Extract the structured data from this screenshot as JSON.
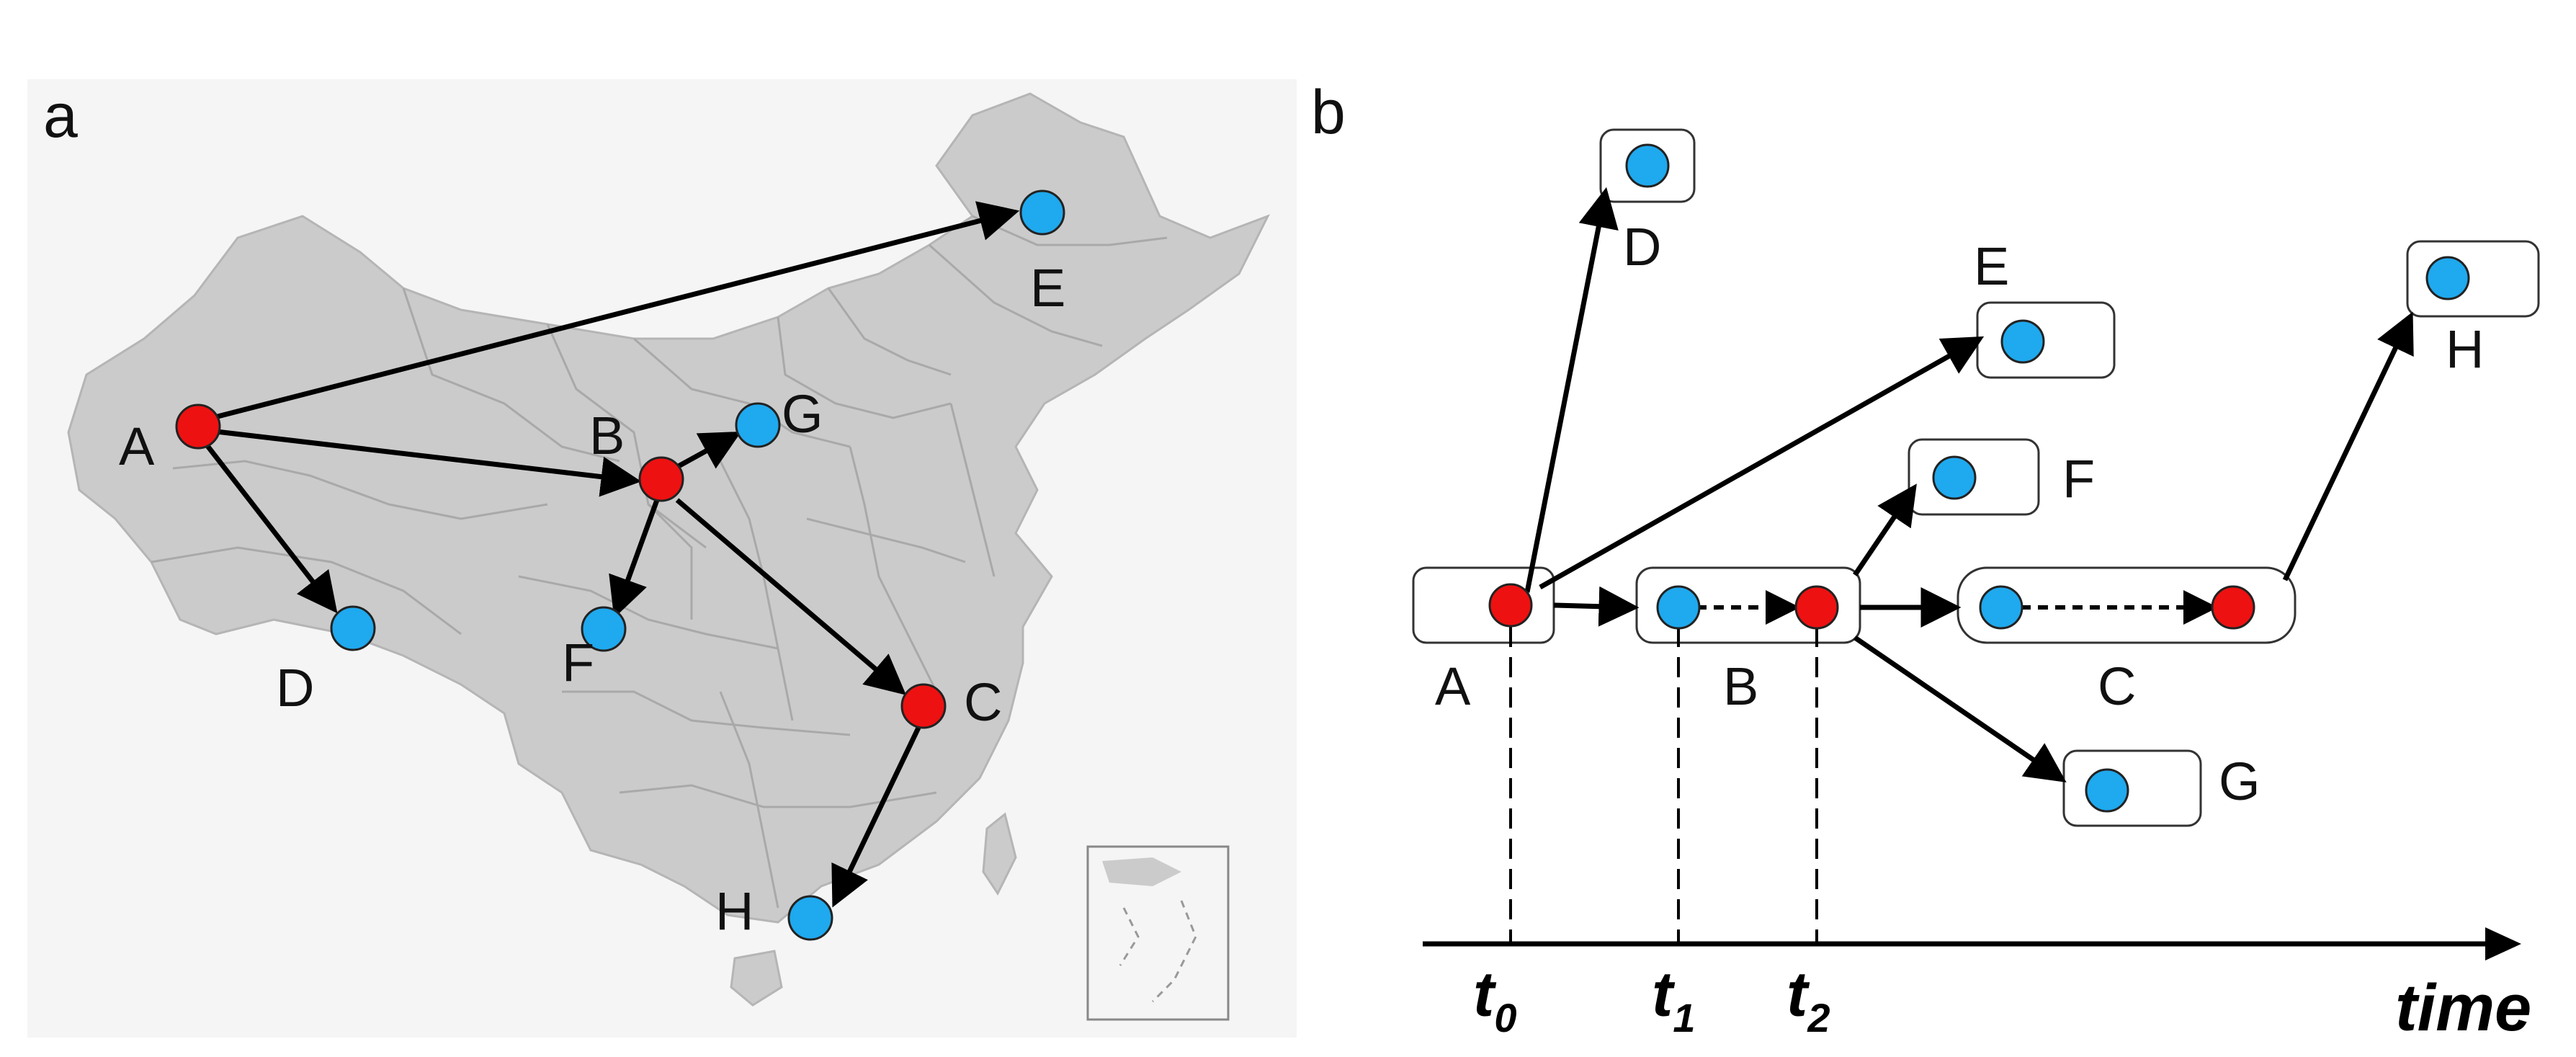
{
  "panels": {
    "a": {
      "label": "a",
      "nodes": [
        {
          "id": "A",
          "label": "A",
          "type": "red"
        },
        {
          "id": "B",
          "label": "B",
          "type": "red"
        },
        {
          "id": "C",
          "label": "C",
          "type": "red"
        },
        {
          "id": "D",
          "label": "D",
          "type": "blue"
        },
        {
          "id": "E",
          "label": "E",
          "type": "blue"
        },
        {
          "id": "F",
          "label": "F",
          "type": "blue"
        },
        {
          "id": "G",
          "label": "G",
          "type": "blue"
        },
        {
          "id": "H",
          "label": "H",
          "type": "blue"
        }
      ],
      "edges": [
        {
          "from": "A",
          "to": "E"
        },
        {
          "from": "A",
          "to": "B"
        },
        {
          "from": "A",
          "to": "D"
        },
        {
          "from": "B",
          "to": "G"
        },
        {
          "from": "B",
          "to": "F"
        },
        {
          "from": "B",
          "to": "C"
        },
        {
          "from": "C",
          "to": "H"
        }
      ]
    },
    "b": {
      "label": "b",
      "node_labels": {
        "A": "A",
        "B": "B",
        "C": "C",
        "D": "D",
        "E": "E",
        "F": "F",
        "G": "G",
        "H": "H"
      },
      "ticks": [
        {
          "main": "t",
          "sub": "0"
        },
        {
          "main": "t",
          "sub": "1"
        },
        {
          "main": "t",
          "sub": "2"
        }
      ],
      "axis_label": "time"
    }
  },
  "colors": {
    "infected": "#ee1111",
    "susceptible": "#1fa9ee",
    "map_fill": "#cbcbcb",
    "map_background": "#f5f5f5"
  }
}
